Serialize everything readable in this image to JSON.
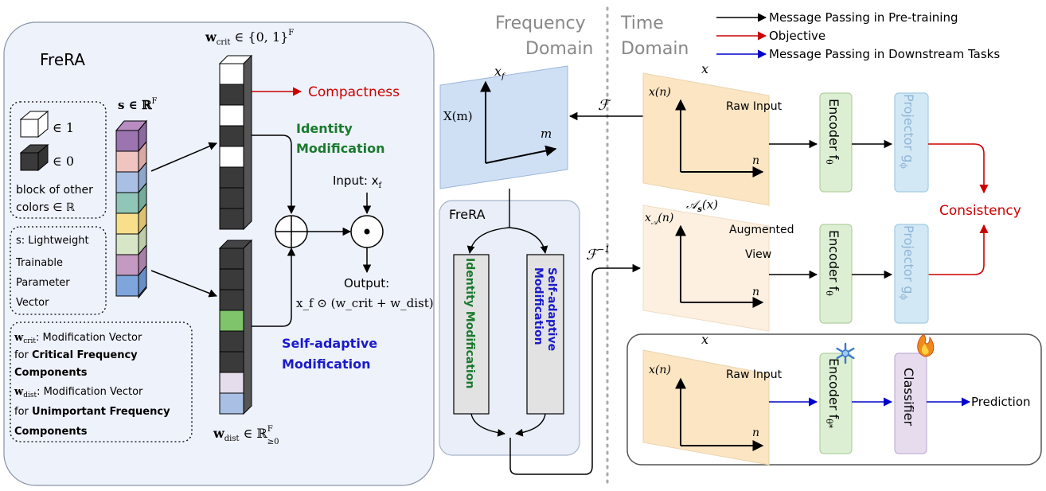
{
  "legend": {
    "black": "Message Passing in Pre-training",
    "red": "Objective",
    "blue": "Message Passing in Downstream Tasks",
    "colors": {
      "black": "#000000",
      "red": "#cc0000",
      "blue": "#0000cc"
    }
  },
  "domains": {
    "frequency_line1": "Frequency",
    "frequency_line2": "Domain",
    "time_line1": "Time",
    "time_line2": "Domain"
  },
  "frera_left": {
    "title": "FreRA",
    "s_label": "s ∈ ℝ",
    "s_sup": "F",
    "cube_white_label": "∈ 1",
    "cube_dark_label": "∈ 0",
    "other_colors_line1": "block of other",
    "other_colors_line2": "colors ∈ ℝ",
    "s_desc": [
      "s: Lightweight",
      "Trainable",
      "Parameter",
      "Vector"
    ],
    "w_crit_top": "w",
    "w_crit_top_sub": "crit",
    "w_crit_top_rest": " ∈ {0, 1}",
    "w_crit_top_sup": "F",
    "compactness": "Compactness",
    "identity_mod_line1": "Identity",
    "identity_mod_line2": "Modification",
    "input_label": "Input: x",
    "input_sub": "f",
    "output_line1": "Output:",
    "output_formula": "x_f ⊙ (w_crit + w_dist)",
    "self_adaptive_line1": "Self-adaptive",
    "self_adaptive_line2": "Modification",
    "w_dist_bottom": "w",
    "w_dist_bottom_sub": "dist",
    "w_dist_bottom_rest": " ∈ ℝ",
    "w_dist_bottom_sup": "F",
    "w_dist_bottom_supsub": "≥0",
    "wcrit_desc": {
      "sym": "w",
      "sub": "crit",
      "text1": ": Modification Vector",
      "text2a": "for ",
      "text2b": "Critical Frequency",
      "text3": "Components"
    },
    "wdist_desc": {
      "sym": "w",
      "sub": "dist",
      "text1": ": Modification Vector",
      "text2a": "for ",
      "text2b": "Unimportant Frequency",
      "text3": "Components"
    }
  },
  "frequency_plane": {
    "xf": "x",
    "xf_sub": "f",
    "y_axis": "X(m)",
    "x_axis": "m"
  },
  "transforms": {
    "fourier": "ℱ",
    "inverse": "ℱ",
    "inverse_sup": "−1"
  },
  "frera_center": {
    "title": "FreRA",
    "identity": "Identity Modification",
    "self_adaptive_line1": "Self-adaptive",
    "self_adaptive_line2": "Modification"
  },
  "time_rows": {
    "raw": {
      "x_top": "x",
      "y_axis": "x(n)",
      "n": "n",
      "label": "Raw Input"
    },
    "aug": {
      "x_top": "𝒜",
      "x_top_sub": "s",
      "x_top_rest": "(x)",
      "y_axis": "x",
      "y_axis_sub": "𝒜",
      "y_axis_rest": "(n)",
      "n": "n",
      "label_line1": "Augmented",
      "label_line2": "View"
    },
    "down": {
      "x_top": "x",
      "y_axis": "x(n)",
      "n": "n",
      "label": "Raw Input"
    }
  },
  "modules": {
    "encoder": "Encoder f",
    "encoder_sub": "θ",
    "encoder_frozen_sub": "θ*",
    "projector": "Projector g",
    "projector_sub": "ϕ",
    "classifier": "Classifier",
    "consistency": "Consistency",
    "prediction": "Prediction"
  }
}
